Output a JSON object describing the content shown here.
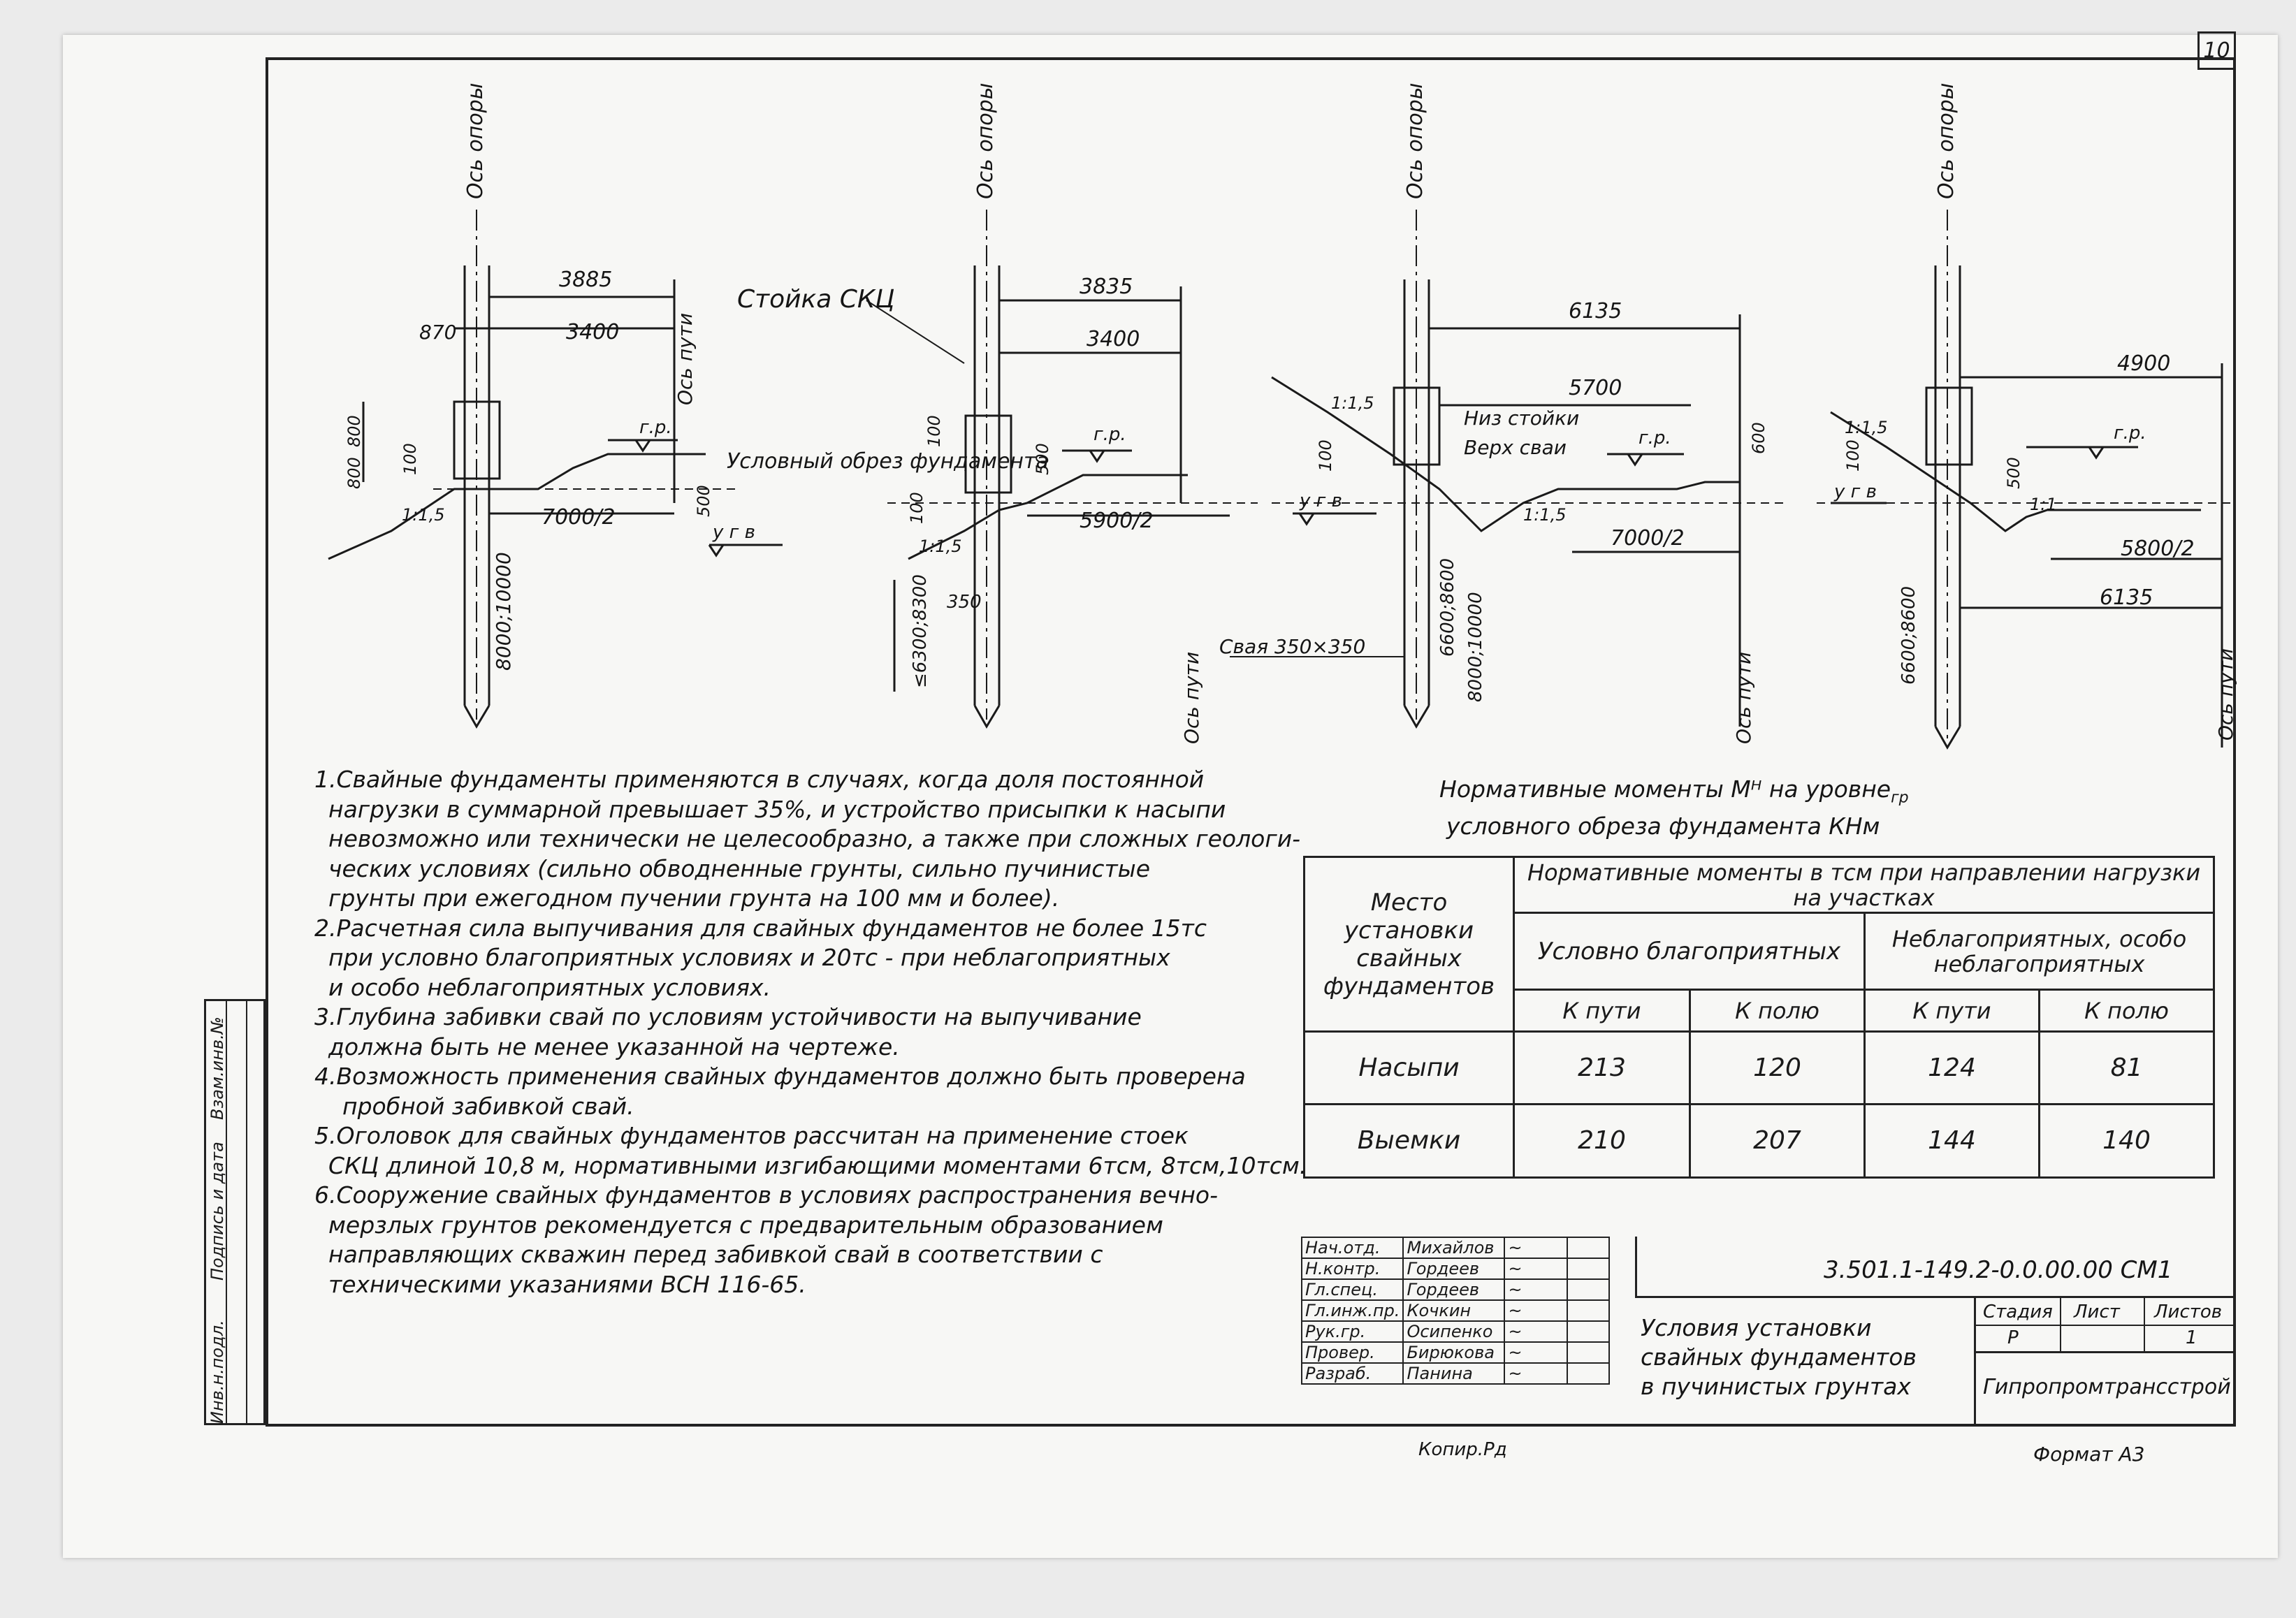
{
  "page_number": "10",
  "drawing": {
    "axis_support": "Ось опоры",
    "axis_track": "Ось пути",
    "rack_label": "Стойка СКЦ",
    "pile_label": "Свая 350×350",
    "base_label": "Условный обрез фундамента",
    "rack_bottom": "Низ стойки",
    "pile_top": "Верх сваи",
    "gr": "г.р.",
    "ugv": "у г в",
    "slope_1": "1:1,5",
    "slope_2": "1:1",
    "fig1": {
      "d1": "3885",
      "d2": "3400",
      "d3": "870",
      "d4": "7000/2",
      "d5": "800",
      "d6": "800",
      "d7": "100",
      "d8": "500",
      "d9": "8000;10000"
    },
    "fig2": {
      "d1": "3835",
      "d2": "3400",
      "d3": "5900/2",
      "d4": "100",
      "d5": "500",
      "d6": "100",
      "d7": "350",
      "d8": "≤6300;8300"
    },
    "fig3": {
      "d1": "6135",
      "d2": "5700",
      "d3": "7000/2",
      "d4": "100",
      "d5": "600",
      "d6": "6600;8600",
      "d7": "8000;10000"
    },
    "fig4": {
      "d1": "4900",
      "d2": "5800/2",
      "d3": "6135",
      "d4": "100",
      "d5": "500",
      "d6": "6600;8600"
    }
  },
  "notes": [
    "1.Свайные фундаменты применяются в случаях, когда доля постоянной",
    "нагрузки в суммарной превышает 35%, и устройство присыпки к насыпи",
    "невозможно или технически не целесообразно, а также при сложных геологи-",
    "ческих условиях (сильно обводненные грунты, сильно пучинистые",
    "грунты при ежегодном пучении грунта на 100 мм и более).",
    "2.Расчетная сила выпучивания для свайных фундаментов не более 15тс",
    "при условно благоприятных условиях и 20тс - при неблагоприятных",
    "и особо неблагоприятных условиях.",
    "3.Глубина забивки свай по условиям устойчивости на выпучивание",
    "должна быть не менее указанной на чертеже.",
    "4.Возможность применения свайных фундаментов должно быть проверена",
    "пробной забивкой свай.",
    "5.Оголовок для свайных фундаментов рассчитан на применение стоек",
    "СКЦ длиной 10,8 м, нормативными изгибающими моментами 6тсм, 8тсм,10тсм.",
    "6.Сооружение свайных фундаментов в условиях распространения вечно-",
    "мерзлых грунтов рекомендуется с предварительным образованием",
    "направляющих скважин перед забивкой свай в соответствии с",
    "техническими указаниями ВСН 116-65."
  ],
  "moments": {
    "title1": "Нормативные моменты Мᴴ на уровне",
    "title_sup": "гр",
    "title2": "условного обреза фундамента КНм",
    "place_header": "Место установки свайных фундаментов",
    "group_header": "Нормативные моменты в тсм при направлении нагрузки на участках",
    "sub1": "Условно благоприятных",
    "sub2": "Неблагоприятных, особо неблагоприятных",
    "cols": [
      "К пути",
      "К полю",
      "К пути",
      "К полю"
    ],
    "rows": [
      {
        "place": "Насыпи",
        "values": [
          "213",
          "120",
          "124",
          "81"
        ]
      },
      {
        "place": "Выемки",
        "values": [
          "210",
          "207",
          "144",
          "140"
        ]
      }
    ]
  },
  "side_stamp": [
    "Инв.н.подл.",
    "Подпись и дата",
    "Взам.инв.№"
  ],
  "stamp": {
    "rows": [
      {
        "role": "Нач.отд.",
        "name": "Михайлов"
      },
      {
        "role": "Н.контр.",
        "name": "Гордеев"
      },
      {
        "role": "Гл.спец.",
        "name": "Гордеев"
      },
      {
        "role": "Гл.инж.пр.",
        "name": "Кочкин"
      },
      {
        "role": "Рук.гр.",
        "name": "Осипенко"
      },
      {
        "role": "Провер.",
        "name": "Бирюкова"
      },
      {
        "role": "Разраб.",
        "name": "Панина"
      }
    ],
    "code": "3.501.1-149.2-0.0.00.00 СМ1",
    "title": [
      "Условия установки",
      "свайных фундаментов",
      "в пучинистых грунтах"
    ],
    "stage_label": "Стадия",
    "sheet_label": "Лист",
    "sheets_label": "Листов",
    "stage": "Р",
    "sheets": "1",
    "org": "Гипропромтрансстрой",
    "copied": "Копир.Рд",
    "format": "Формат А3"
  }
}
